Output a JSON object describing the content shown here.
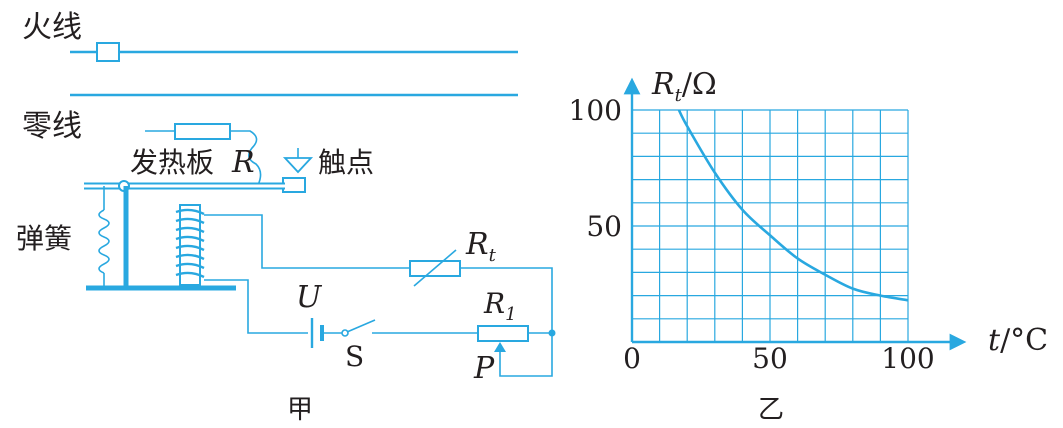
{
  "circuit": {
    "live_wire": "火线",
    "neutral_wire": "零线",
    "heating_plate": "发热板",
    "heating_symbol": "R",
    "contact": "触点",
    "spring": "弹簧",
    "voltage_symbol": "U",
    "switch_label": "S",
    "thermistor_symbol": "R",
    "thermistor_sub": "t",
    "rheostat_symbol": "R",
    "rheostat_sub": "1",
    "slider_label": "P",
    "caption": "甲"
  },
  "graph": {
    "caption": "乙"
  },
  "chart_data": {
    "type": "line",
    "title": "",
    "xlabel": "t/°C",
    "ylabel": "Rt/Ω",
    "ylabel_main": "R",
    "ylabel_sub": "t",
    "ylabel_unit": "/Ω",
    "xlabel_var": "t",
    "xlabel_unit": "/°C",
    "xlim": [
      0,
      100
    ],
    "ylim": [
      0,
      100
    ],
    "x_tick_labels": [
      "0",
      "50",
      "100"
    ],
    "y_tick_labels": [
      "100",
      "50"
    ],
    "x_ticks": [
      0,
      50,
      100
    ],
    "y_ticks": [
      100,
      50
    ],
    "grid": true,
    "grid_step": 10,
    "series": [
      {
        "x": [
          17,
          20,
          30,
          40,
          50,
          60,
          70,
          80,
          90,
          100
        ],
        "y": [
          100,
          93,
          73,
          57,
          46,
          36,
          29,
          23,
          20,
          18
        ]
      }
    ]
  }
}
